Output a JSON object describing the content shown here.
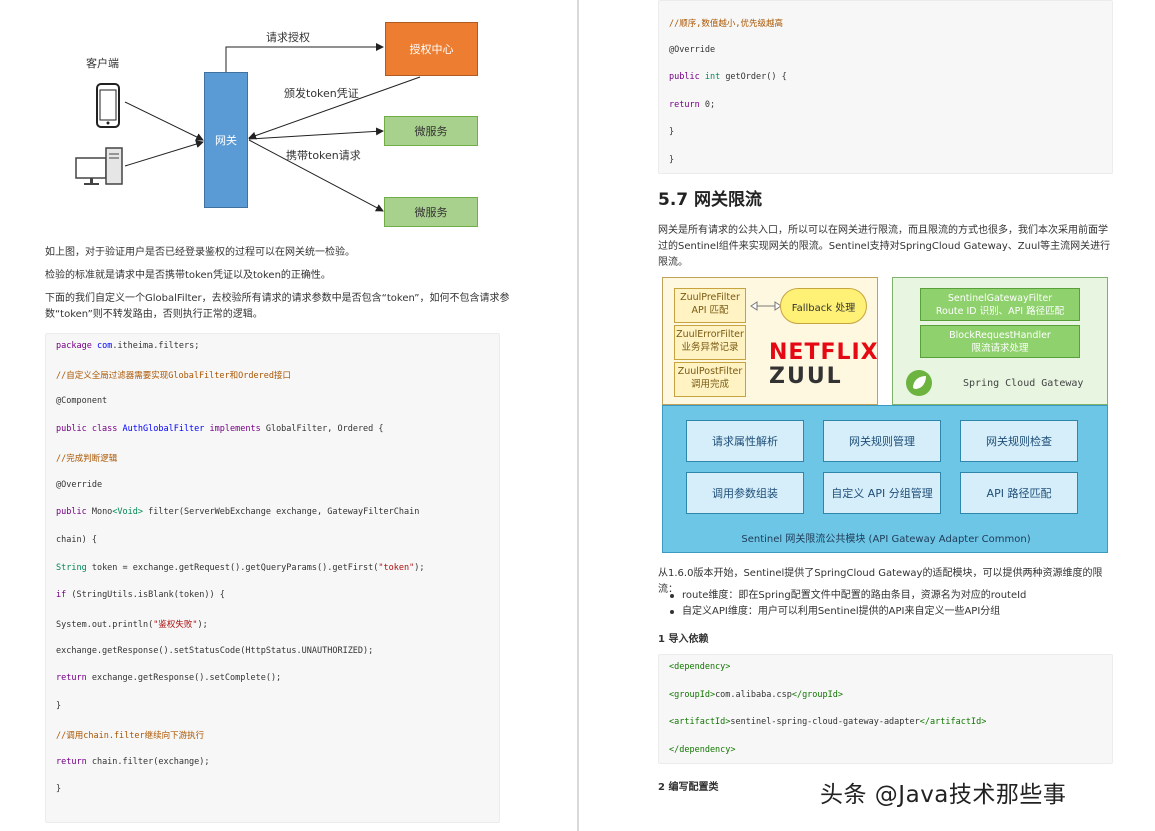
{
  "diagram": {
    "client_label": "客户端",
    "gateway_label": "网关",
    "auth_center_label": "授权中心",
    "microservice_label": "微服务",
    "arrow_request_auth": "请求授权",
    "arrow_issue_token": "颁发token凭证",
    "arrow_carry_token": "携带token请求",
    "colors": {
      "gateway": "#5b9bd5",
      "auth_center": "#ed7d31",
      "microservice": "#a9d18e"
    }
  },
  "left_text": {
    "p1": "如上图，对于验证用户是否已经登录鉴权的过程可以在网关统一检验。",
    "p2": "检验的标准就是请求中是否携带token凭证以及token的正确性。",
    "p3": "下面的我们自定义一个GlobalFilter，去校验所有请求的请求参数中是否包含“token”，如何不包含请求参数“token”则不转发路由，否则执行正常的逻辑。"
  },
  "left_code": [
    {
      "parts": [
        [
          "kw",
          "package "
        ],
        [
          "df",
          "com"
        ],
        [
          "",
          "."
        ],
        [
          "",
          "itheima"
        ],
        [
          "",
          "."
        ],
        [
          "",
          "filters"
        ],
        [
          "",
          ";"
        ]
      ]
    },
    {
      "parts": [
        [
          "cm",
          "//自定义全局过滤器需要实现GlobalFilter和Ordered接口"
        ]
      ]
    },
    {
      "parts": [
        [
          "",
          "@Component"
        ]
      ]
    },
    {
      "parts": [
        [
          "kw",
          "public class "
        ],
        [
          "df",
          "AuthGlobalFilter "
        ],
        [
          "kw",
          "implements "
        ],
        [
          "",
          "GlobalFilter, Ordered {"
        ]
      ]
    },
    {
      "parts": [
        [
          "cm",
          "//完成判断逻辑"
        ]
      ]
    },
    {
      "parts": [
        [
          "",
          "@Override"
        ]
      ]
    },
    {
      "parts": [
        [
          "kw",
          "public "
        ],
        [
          "",
          "Mono"
        ],
        [
          "ty",
          "<Void>"
        ],
        [
          "",
          " filter(ServerWebExchange exchange, GatewayFilterChain"
        ]
      ]
    },
    {
      "parts": [
        [
          "",
          "chain) {"
        ]
      ]
    },
    {
      "parts": [
        [
          "ty",
          "String "
        ],
        [
          "",
          "token = exchange.getRequest().getQueryParams().getFirst("
        ],
        [
          "st",
          "\"token\""
        ],
        [
          "",
          ");"
        ]
      ]
    },
    {
      "parts": [
        [
          "kw",
          "if "
        ],
        [
          "",
          "(StringUtils.isBlank(token)) {"
        ]
      ]
    },
    {
      "parts": [
        [
          "",
          "System.out.println("
        ],
        [
          "st",
          "\"鉴权失败\""
        ],
        [
          "",
          ");"
        ]
      ]
    },
    {
      "parts": [
        [
          "",
          "exchange.getResponse().setStatusCode(HttpStatus.UNAUTHORIZED);"
        ]
      ]
    },
    {
      "parts": [
        [
          "kw",
          "return "
        ],
        [
          "",
          "exchange.getResponse().setComplete();"
        ]
      ]
    },
    {
      "parts": [
        [
          "",
          "}"
        ]
      ]
    },
    {
      "parts": [
        [
          "cm",
          "//调用chain.filter继续向下游执行"
        ]
      ]
    },
    {
      "parts": [
        [
          "kw",
          "return "
        ],
        [
          "",
          "chain.filter(exchange);"
        ]
      ]
    },
    {
      "parts": [
        [
          "",
          "}"
        ]
      ]
    }
  ],
  "right_code_top": [
    {
      "parts": [
        [
          "cm",
          "//顺序,数值越小,优先级越高"
        ]
      ]
    },
    {
      "parts": [
        [
          "",
          "@Override"
        ]
      ]
    },
    {
      "parts": [
        [
          "kw",
          "public "
        ],
        [
          "ty",
          "int "
        ],
        [
          "",
          "getOrder() {"
        ]
      ]
    },
    {
      "parts": [
        [
          "kw",
          "return "
        ],
        [
          "",
          "0;"
        ]
      ]
    },
    {
      "parts": [
        [
          "",
          "}"
        ]
      ]
    },
    {
      "parts": [
        [
          "",
          "}"
        ]
      ]
    }
  ],
  "right": {
    "heading": "5.7 网关限流",
    "intro": "网关是所有请求的公共入口，所以可以在网关进行限流，而且限流的方式也很多，我们本次采用前面学过的Sentinel组件来实现网关的限流。Sentinel支持对SpringCloud Gateway、Zuul等主流网关进行限流。",
    "adapter_intro": "从1.6.0版本开始，Sentinel提供了SpringCloud Gateway的适配模块，可以提供两种资源维度的限流：",
    "bullets": [
      "route维度：即在Spring配置文件中配置的路由条目，资源名为对应的routeId",
      "自定义API维度：用户可以利用Sentinel提供的API来自定义一些API分组"
    ],
    "sub1": "1 导入依赖",
    "sub2": "2 编写配置类",
    "watermark": "头条 @Java技术那些事"
  },
  "arch": {
    "zuul_boxes": [
      {
        "title": "ZuulPreFilter",
        "sub": "API 匹配"
      },
      {
        "title": "ZuulErrorFilter",
        "sub": "业务异常记录"
      },
      {
        "title": "ZuulPostFilter",
        "sub": "调用完成"
      }
    ],
    "fallback": "Fallback 处理",
    "netflix": "NETFLIX",
    "zuul": "ZUUL",
    "gateway_boxes": [
      {
        "title": "SentinelGatewayFilter",
        "sub": "Route ID 识别、API 路径匹配"
      },
      {
        "title": "BlockRequestHandler",
        "sub": "限流请求处理"
      }
    ],
    "scg_label": "Spring Cloud Gateway",
    "sentinel_boxes": [
      "请求属性解析",
      "网关规则管理",
      "网关规则检查",
      "调用参数组装",
      "自定义 API 分组管理",
      "API 路径匹配"
    ],
    "sentinel_title": "Sentinel 网关限流公共模块 (API Gateway Adapter Common)"
  },
  "right_code_dep": [
    {
      "parts": [
        [
          "tag",
          "<dependency>"
        ]
      ]
    },
    {
      "parts": [
        [
          "tag",
          "<groupId>"
        ],
        [
          "",
          "com.alibaba.csp"
        ],
        [
          "tag",
          "</groupId>"
        ]
      ]
    },
    {
      "parts": [
        [
          "tag",
          "<artifactId>"
        ],
        [
          "",
          "sentinel-spring-cloud-gateway-adapter"
        ],
        [
          "tag",
          "</artifactId>"
        ]
      ]
    },
    {
      "parts": [
        [
          "tag",
          "</dependency>"
        ]
      ]
    }
  ]
}
